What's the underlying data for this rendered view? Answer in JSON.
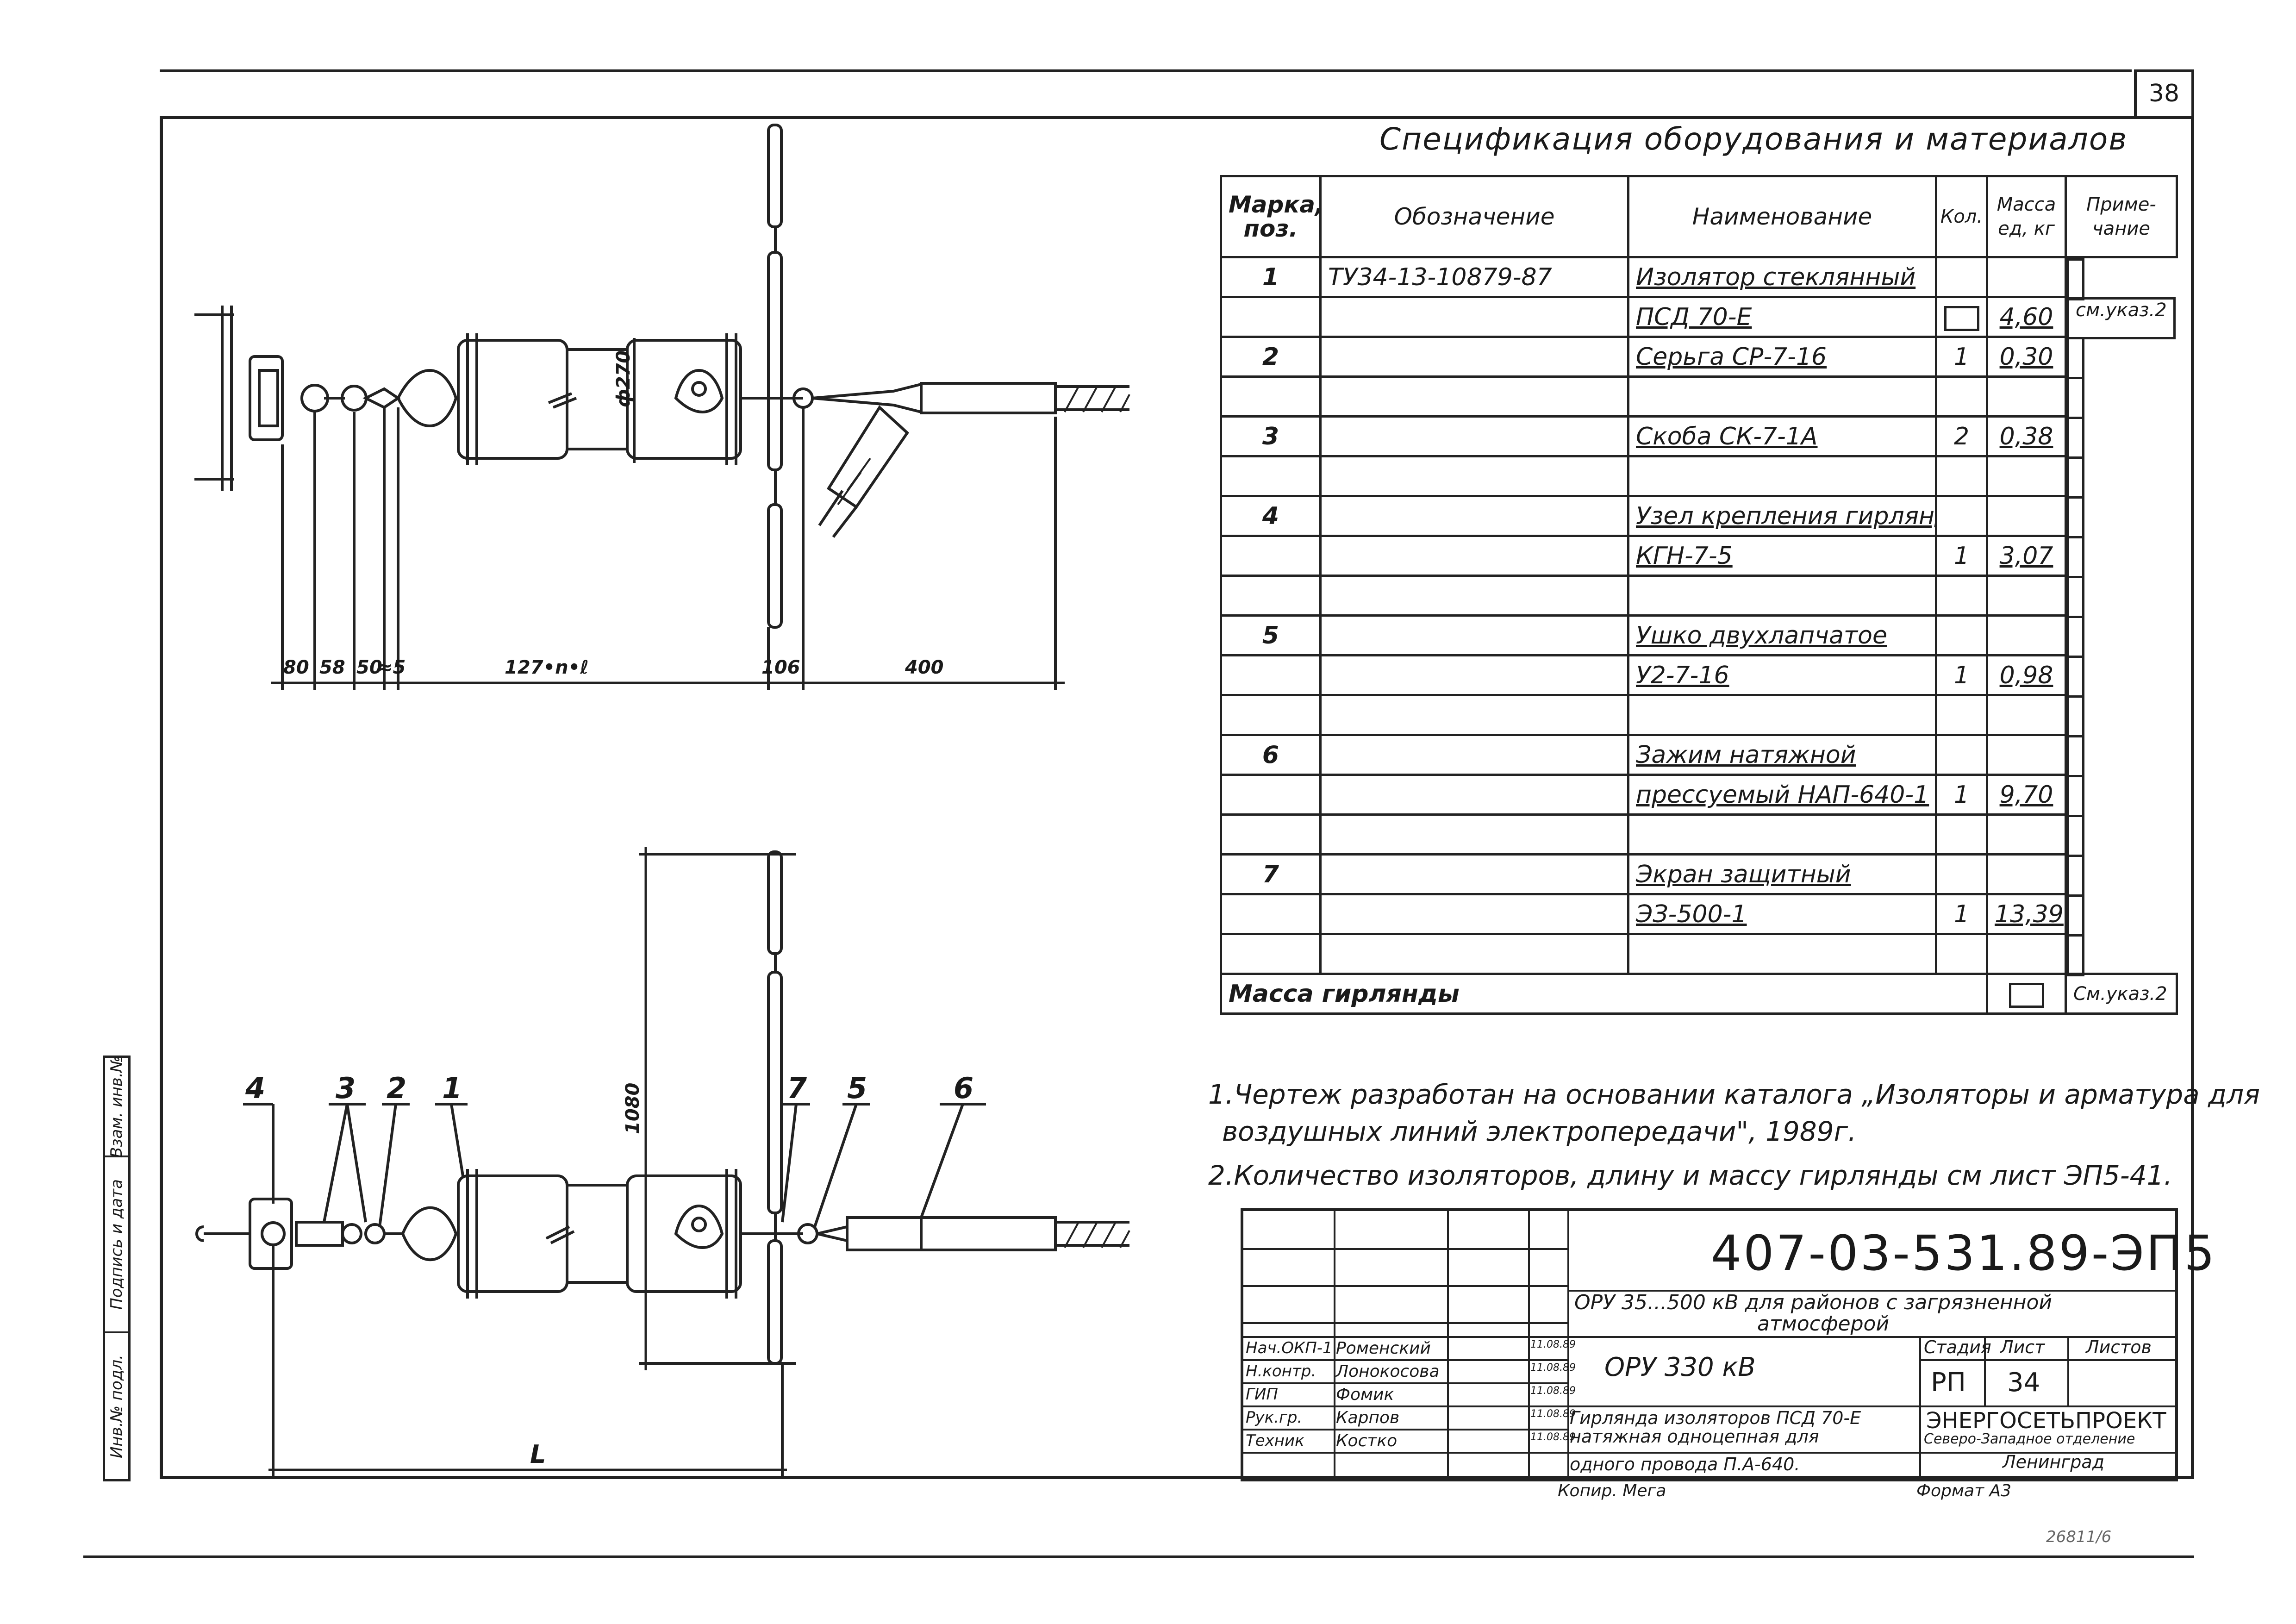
{
  "sheet_number": "38",
  "spec": {
    "title": "Спецификация оборудования и материалов",
    "headers": {
      "pos": "Марка, поз.",
      "designation": "Обозначение",
      "name": "Наименование",
      "qty": "Кол.",
      "mass": "Масса ед, кг",
      "note": "Приме- чание"
    },
    "rows": [
      {
        "pos": "1",
        "designation": "ТУ34-13-10879-87",
        "name": "Изолятор стеклянный",
        "qty": "",
        "mass": "",
        "note": ""
      },
      {
        "pos": "",
        "designation": "",
        "name": "ПСД 70-Е",
        "qty": "",
        "mass": "4,60",
        "note": "см.указ.2"
      },
      {
        "pos": "2",
        "designation": "",
        "name": "Серьга СР-7-16",
        "qty": "1",
        "mass": "0,30",
        "note": ""
      },
      {
        "pos": "",
        "designation": "",
        "name": "",
        "qty": "",
        "mass": "",
        "note": ""
      },
      {
        "pos": "3",
        "designation": "",
        "name": "Скоба СК-7-1А",
        "qty": "2",
        "mass": "0,38",
        "note": ""
      },
      {
        "pos": "",
        "designation": "",
        "name": "",
        "qty": "",
        "mass": "",
        "note": ""
      },
      {
        "pos": "4",
        "designation": "",
        "name": "Узел крепления гирлянды",
        "qty": "",
        "mass": "",
        "note": ""
      },
      {
        "pos": "",
        "designation": "",
        "name": "КГН-7-5",
        "qty": "1",
        "mass": "3,07",
        "note": ""
      },
      {
        "pos": "",
        "designation": "",
        "name": "",
        "qty": "",
        "mass": "",
        "note": ""
      },
      {
        "pos": "5",
        "designation": "",
        "name": "Ушко двухлапчатое",
        "qty": "",
        "mass": "",
        "note": ""
      },
      {
        "pos": "",
        "designation": "",
        "name": "У2-7-16",
        "qty": "1",
        "mass": "0,98",
        "note": ""
      },
      {
        "pos": "",
        "designation": "",
        "name": "",
        "qty": "",
        "mass": "",
        "note": ""
      },
      {
        "pos": "6",
        "designation": "",
        "name": "Зажим натяжной",
        "qty": "",
        "mass": "",
        "note": ""
      },
      {
        "pos": "",
        "designation": "",
        "name": "прессуемый НАП-640-1",
        "qty": "1",
        "mass": "9,70",
        "note": ""
      },
      {
        "pos": "",
        "designation": "",
        "name": "",
        "qty": "",
        "mass": "",
        "note": ""
      },
      {
        "pos": "7",
        "designation": "",
        "name": "Экран защитный",
        "qty": "",
        "mass": "",
        "note": ""
      },
      {
        "pos": "",
        "designation": "",
        "name": "ЭЗ-500-1",
        "qty": "1",
        "mass": "13,39",
        "note": ""
      },
      {
        "pos": "",
        "designation": "",
        "name": "",
        "qty": "",
        "mass": "",
        "note": ""
      }
    ],
    "total_label": "Масса гирлянды",
    "total_note": "См.указ.2"
  },
  "notes": [
    "1.Чертеж разработан на основании каталога „Изоляторы и арматура для",
    "воздушных линий электропередачи\", 1989г.",
    "2.Количество изоляторов, длину и массу гирлянды см лист ЭП5-41."
  ],
  "drawing": {
    "dims_top": [
      "80",
      "58",
      "50",
      "≈5",
      "127•n•ℓ",
      "106",
      "400"
    ],
    "diameter": "ф270",
    "height_dim": "1080",
    "length_dim": "L",
    "callouts": [
      "4",
      "3",
      "2",
      "1",
      "7",
      "5",
      "6"
    ]
  },
  "title_block": {
    "code": "407-03-531.89-ЭП5",
    "project": "ОРУ 35...500 кВ для районов с загрязненной",
    "project_line2": "атмосферой",
    "object": "ОРУ 330 кВ",
    "roles": [
      {
        "role": "Нач.ОКП-1",
        "name": "Роменский",
        "date": "11.08.89"
      },
      {
        "role": "Н.контр.",
        "name": "Лонокосова",
        "date": "11.08.89"
      },
      {
        "role": "ГИП",
        "name": "Фомик",
        "date": "11.08.89"
      },
      {
        "role": "Рук.гр.",
        "name": "Карпов",
        "date": "11.08.89"
      },
      {
        "role": "Техник",
        "name": "Костко",
        "date": "11.08.89"
      }
    ],
    "stage_label": "Стадия",
    "sheet_label": "Лист",
    "sheets_label": "Листов",
    "stage": "РП",
    "sheet": "34",
    "sheets": "",
    "doc_title_lines": [
      "Гирлянда изоляторов ПСД 70-Е",
      "натяжная одноцепная для",
      "одного провода П.А-640."
    ],
    "org": "ЭНЕРГОСЕТЬПРОЕКТ",
    "org_sub": "Северо-Западное отделение",
    "org_city": "Ленинград",
    "copied": "Копир.",
    "copied_by": "Мега",
    "format": "Формат А3"
  },
  "side_strip": [
    "Инв.№ подл.",
    "Подпись и дата",
    "Взам. инв.№"
  ],
  "stamp_bottom": "26811/6"
}
